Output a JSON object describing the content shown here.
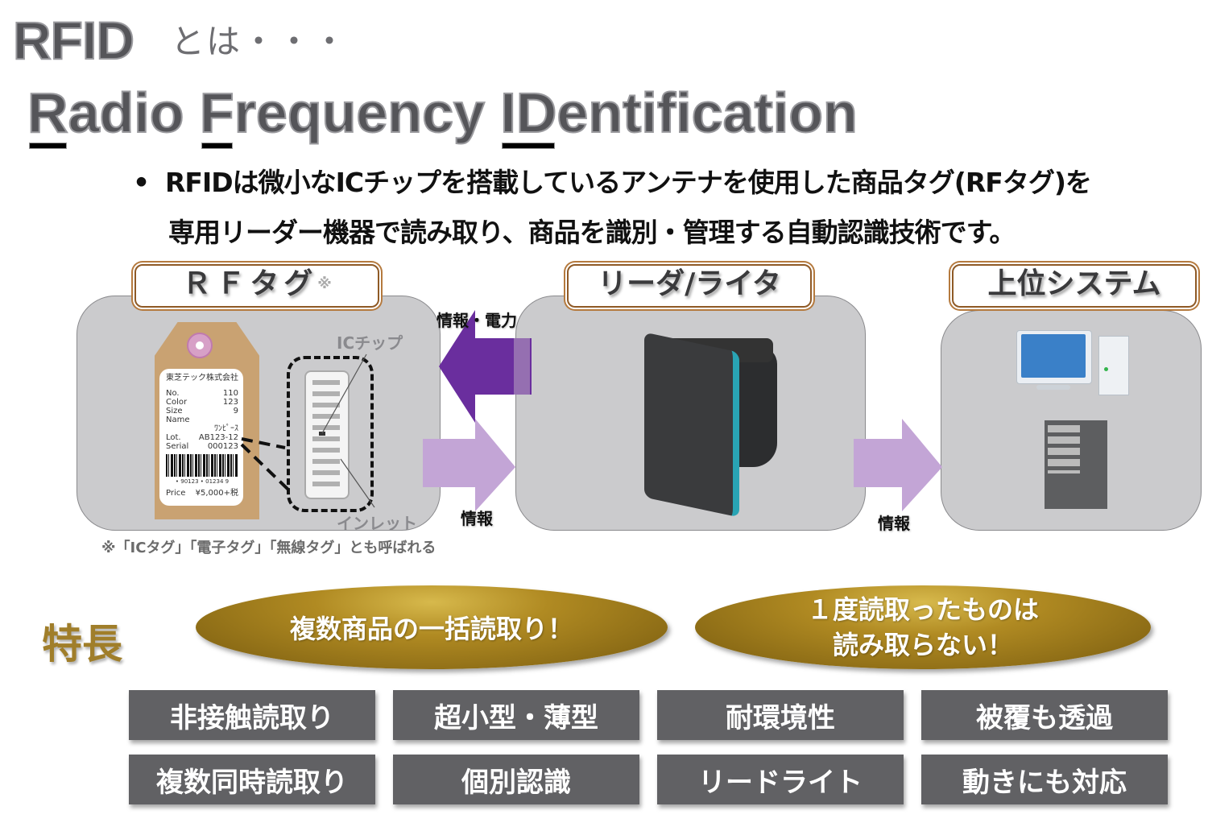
{
  "title": {
    "rfid": "RFID",
    "toha": "とは・・・",
    "full_parts": [
      {
        "ul": "R",
        "rest": "adio "
      },
      {
        "ul": "F",
        "rest": "requency "
      },
      {
        "ul": "ID",
        "rest": "entification"
      }
    ]
  },
  "description": {
    "bullet": "•",
    "line1": "RFIDは微小なICチップを搭載しているアンテナを使用した商品タグ(RFタグ)を",
    "line2": "専用リーダー機器で読み取り、商品を識別・管理する自動認識技術です。"
  },
  "diagram": {
    "rf_tag": {
      "label": "ＲＦタグ",
      "note_mark": "※",
      "ic_chip_label": "ICチップ",
      "inlet_label": "インレット",
      "tag_card": {
        "company": "東芝テック株式会社",
        "rows": [
          {
            "k": "No.",
            "v": "110"
          },
          {
            "k": "Color",
            "v": "123"
          },
          {
            "k": "Size",
            "v": "9"
          },
          {
            "k": "Name",
            "v": ""
          }
        ],
        "name_value": "ﾜﾝﾋﾟｰｽ",
        "lot": {
          "k": "Lot.",
          "v": "AB123-12"
        },
        "serial": {
          "k": "Serial",
          "v": "000123"
        },
        "barcode_digits": "• 90123 • 01234 9",
        "price": {
          "k": "Price",
          "v": "¥5,000+税"
        }
      }
    },
    "reader": {
      "label": "リーダ/ライタ"
    },
    "system": {
      "label": "上位システム"
    },
    "arrows": {
      "info_power": "情報・電力",
      "info_left": "情報",
      "info_right": "情報"
    },
    "colors": {
      "arrow_dark": "#6a2e9e",
      "arrow_light": "#c3a5d6",
      "reader_accent": "#29a4b4"
    },
    "footnote": "※「ICタグ」「電子タグ」「無線タグ」とも呼ばれる"
  },
  "features": {
    "title": "特長",
    "highlights": [
      {
        "lines": [
          "複数商品の一括読取り！"
        ]
      },
      {
        "lines": [
          "１度読取ったものは",
          "読み取らない！"
        ]
      }
    ],
    "items": [
      "非接触読取り",
      "超小型・薄型",
      "耐環境性",
      "被覆も透過",
      "複数同時読取り",
      "個別認識",
      "リードライト",
      "動きにも対応"
    ]
  }
}
